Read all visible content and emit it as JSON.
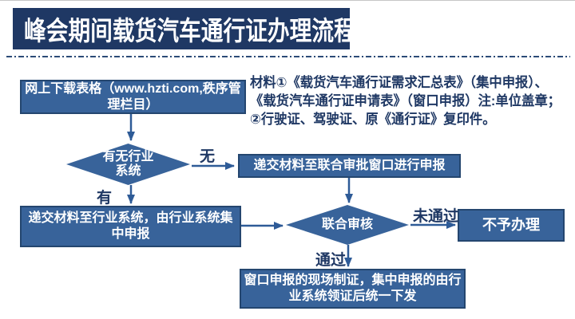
{
  "page": {
    "title": "峰会期间载货汽车通行证办理流程"
  },
  "note": {
    "line1": "材料①《载货汽车通行证需求汇总表》（集中申报）、",
    "line2": "《载货汽车通行证申请表》（窗口申报）注:单位盖章；",
    "line3": "②行驶证、驾驶证、原《通行证》复印件。"
  },
  "flowchart": {
    "nodes": {
      "download": "网上下载表格（www.hzti.com,秩序管理栏目）",
      "industry_decision": "有无行业系统",
      "submit_window": "递交材料至联合审批窗口进行申报",
      "submit_industry": "递交材料至行业系统，由行业系统集中申报",
      "joint_review": "联合审核",
      "rejected": "不予办理",
      "issue": "窗口申报的现场制证，集中申报的由行业系统领证后统一下发"
    },
    "labels": {
      "no": "无",
      "yes": "有",
      "not_passed": "未通过",
      "passed": "通过"
    }
  },
  "colors": {
    "title_bg": "#1F3864",
    "node_fill": "#38639A",
    "node_border": "#24466F",
    "connector_color": "#2E5B97",
    "label_text": "#1F3864",
    "note_text": "#1F3864",
    "divider_color": "#2C4B77"
  }
}
